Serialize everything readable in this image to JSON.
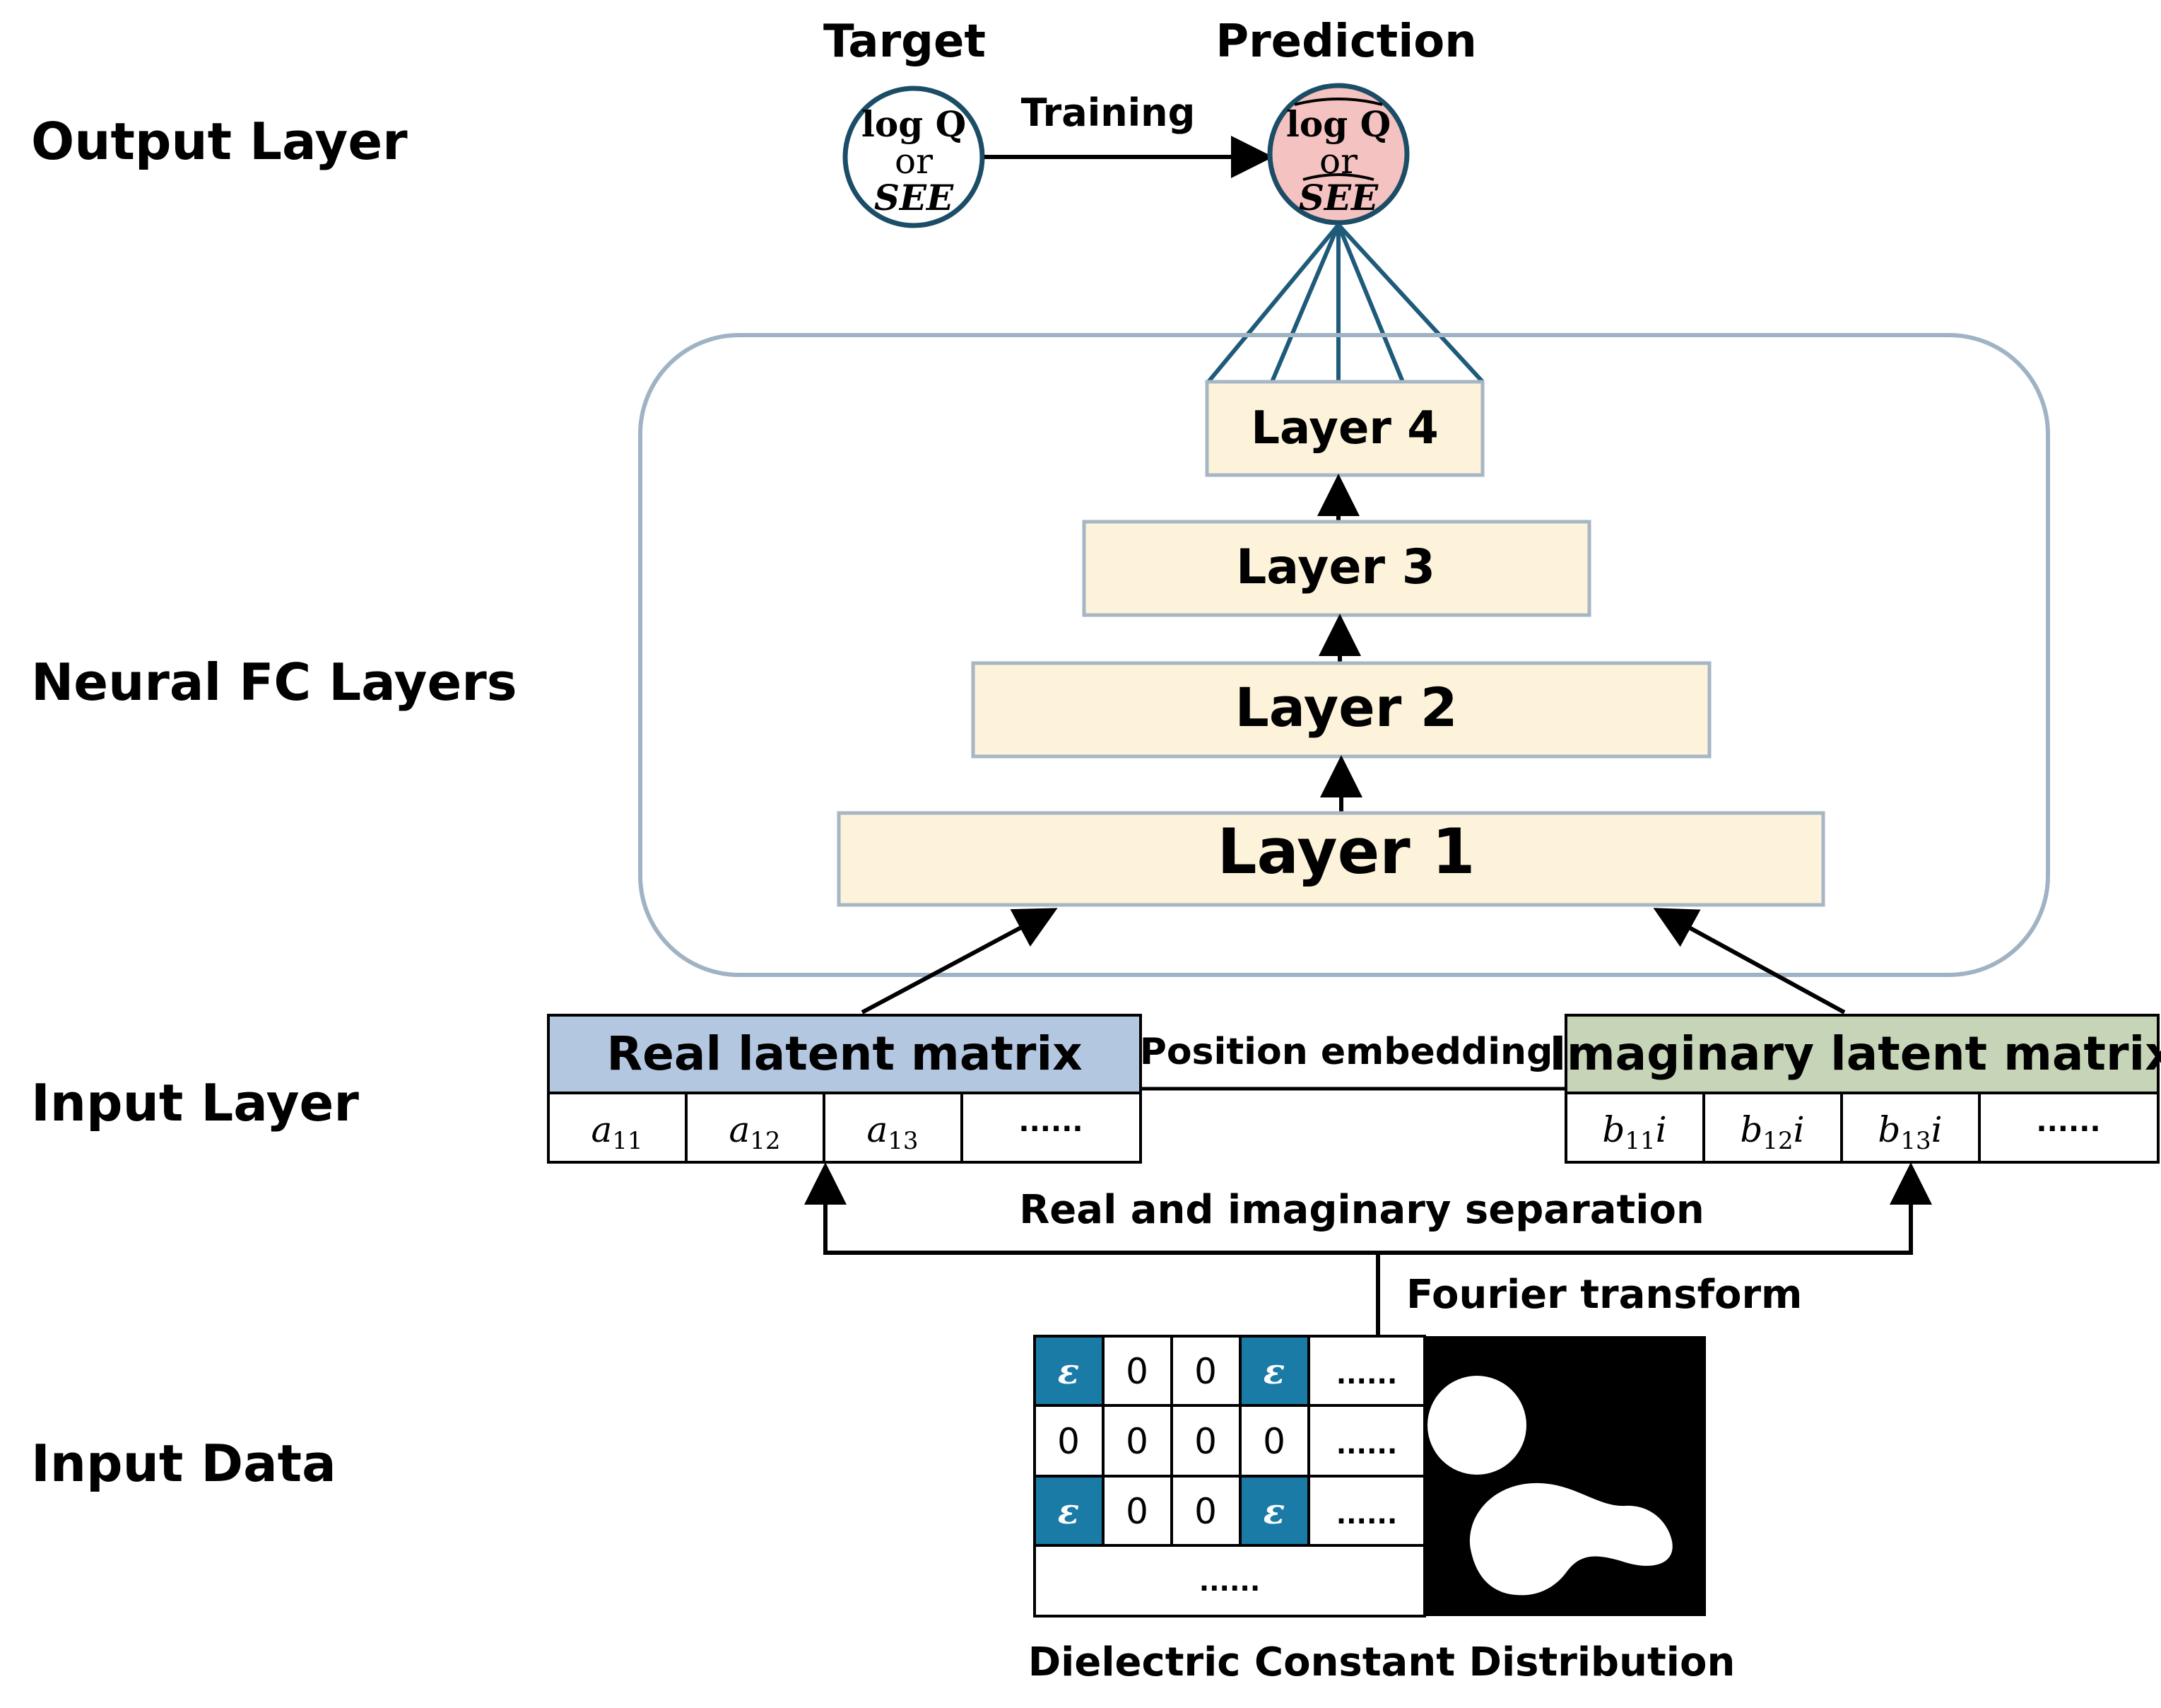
{
  "row_labels": {
    "output": "Output Layer",
    "neural": "Neural FC Layers",
    "input_layer": "Input Layer",
    "input_data": "Input Data"
  },
  "output": {
    "target_title": "Target",
    "prediction_title": "Prediction",
    "training_label": "Training",
    "node_top": "log Q",
    "node_mid": "or",
    "node_bottom": "SEE"
  },
  "layers": [
    "Layer 4",
    "Layer 3",
    "Layer 2",
    "Layer 1"
  ],
  "input_layer": {
    "real_title": "Real latent matrix",
    "imag_title": "Imaginary latent matrix",
    "position_embedding": "Position embedding",
    "real_cells": [
      {
        "base": "a",
        "sub": "11",
        "suffix": ""
      },
      {
        "base": "a",
        "sub": "12",
        "suffix": ""
      },
      {
        "base": "a",
        "sub": "13",
        "suffix": ""
      },
      {
        "base": "",
        "sub": "",
        "suffix": "......"
      }
    ],
    "imag_cells": [
      {
        "base": "b",
        "sub": "11",
        "suffix": "i"
      },
      {
        "base": "b",
        "sub": "12",
        "suffix": "i"
      },
      {
        "base": "b",
        "sub": "13",
        "suffix": "i"
      },
      {
        "base": "",
        "sub": "",
        "suffix": "......"
      }
    ],
    "separation_label": "Real and imaginary separation",
    "fourier_label": "Fourier transform"
  },
  "input_data": {
    "grid_rows": [
      [
        "ε",
        "0",
        "0",
        "ε",
        "......"
      ],
      [
        "0",
        "0",
        "0",
        "0",
        "......"
      ],
      [
        "ε",
        "0",
        "0",
        "ε",
        "......"
      ]
    ],
    "grid_last_row": "......",
    "caption": "Dielectric Constant Distribution"
  },
  "colors": {
    "node_outline": "#1b4d66",
    "prediction_fill": "#f4c2c0",
    "layer_fill": "#fcf3da",
    "layer_border": "#a7b6c4",
    "fc_container_border": "#9fb3c4",
    "real_header": "#b4c7e1",
    "imag_header": "#c6d5b7",
    "epsilon_cell": "#1b7ba7",
    "fan_lines": "#1e5a7a"
  }
}
